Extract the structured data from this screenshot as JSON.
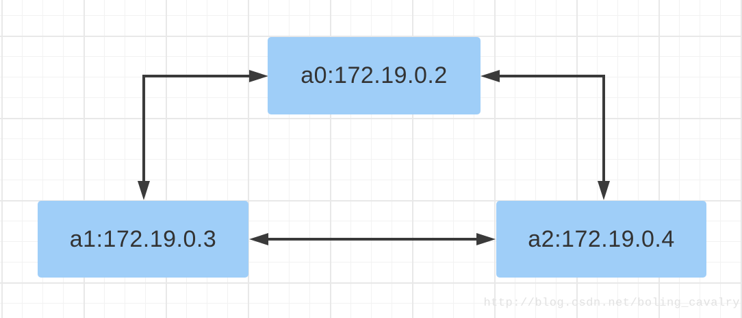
{
  "diagram": {
    "nodes": [
      {
        "id": "a0",
        "label": "a0:172.19.0.2",
        "position": "top-center"
      },
      {
        "id": "a1",
        "label": "a1:172.19.0.3",
        "position": "bottom-left"
      },
      {
        "id": "a2",
        "label": "a2:172.19.0.4",
        "position": "bottom-right"
      }
    ],
    "edges": [
      {
        "from": "a1",
        "to": "a0",
        "bidirectional": true,
        "style": "elbow"
      },
      {
        "from": "a2",
        "to": "a0",
        "bidirectional": true,
        "style": "elbow"
      },
      {
        "from": "a1",
        "to": "a2",
        "bidirectional": true,
        "style": "straight"
      }
    ],
    "colors": {
      "node_fill": "#9fcef8",
      "node_text": "#333333",
      "edge": "#3a3a3a",
      "grid_minor": "#f2f2f2",
      "grid_major": "#e8e8e8",
      "watermark_text": "#e2e2e2",
      "background": "#ffffff"
    }
  },
  "watermark": {
    "text": "http://blog.csdn.net/boling_cavalry"
  }
}
